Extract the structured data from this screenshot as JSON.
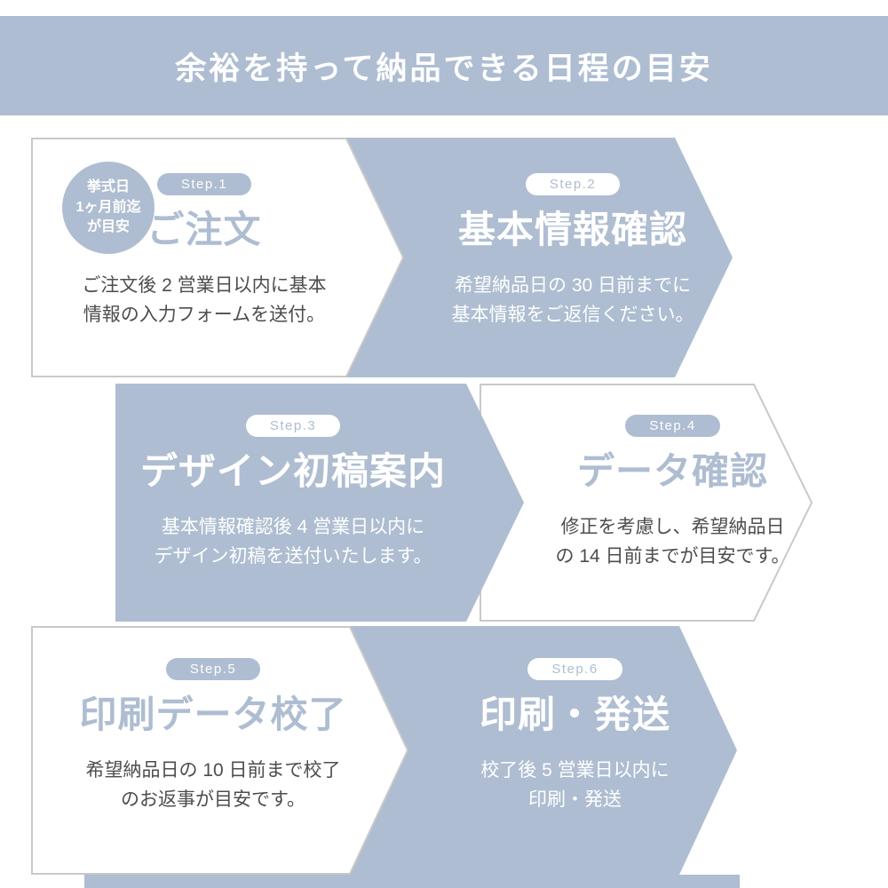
{
  "colors": {
    "accent": "#aebdd1",
    "border": "#c9c9c9",
    "text_dark": "#4d4d4d",
    "white": "#ffffff"
  },
  "header": {
    "title": "余裕を持って納品できる日程の目安"
  },
  "note": {
    "text": "挙式日\n1ヶ月前迄\nが目安"
  },
  "steps": [
    {
      "badge": "Step.1",
      "title": "ご注文",
      "desc": "ご注文後 2 営業日以内に基本\n情報の入力フォームを送付。"
    },
    {
      "badge": "Step.2",
      "title": "基本情報確認",
      "desc": "希望納品日の 30 日前までに\n基本情報をご返信ください。"
    },
    {
      "badge": "Step.3",
      "title": "デザイン初稿案内",
      "desc": "基本情報確認後 4 営業日以内に\nデザイン初稿を送付いたします。"
    },
    {
      "badge": "Step.4",
      "title": "データ確認",
      "desc": "修正を考慮し、希望納品日\nの 14 日前までが目安です。"
    },
    {
      "badge": "Step.5",
      "title": "印刷データ校了",
      "desc": "希望納品日の 10 日前まで校了\nのお返事が目安です。"
    },
    {
      "badge": "Step.6",
      "title": "印刷・発送",
      "desc": "校了後 5 営業日以内に\n印刷・発送"
    }
  ]
}
